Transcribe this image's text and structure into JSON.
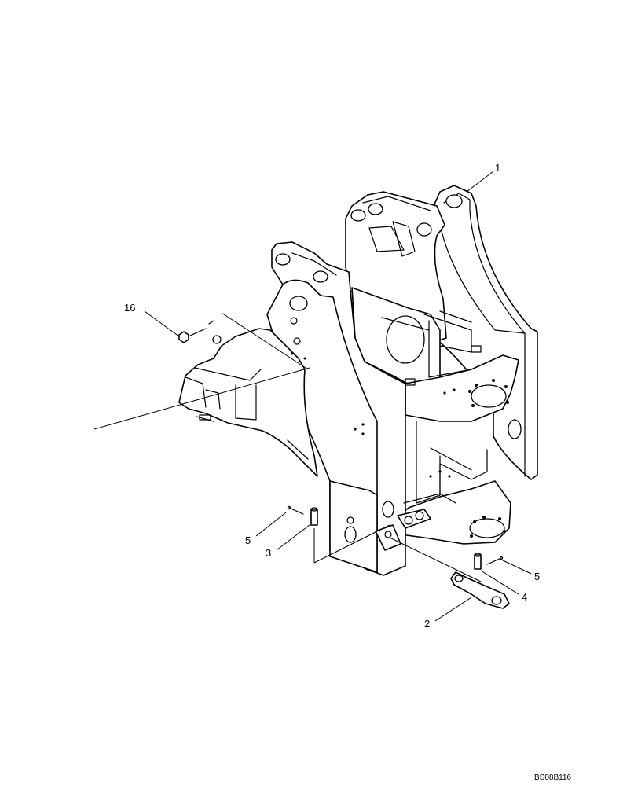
{
  "diagram": {
    "reference_code": "BS08B116",
    "callouts": {
      "part_1": "1",
      "part_2": "2",
      "part_3": "3",
      "part_4": "4",
      "part_5_left": "5",
      "part_5_right": "5",
      "part_16": "16"
    }
  }
}
